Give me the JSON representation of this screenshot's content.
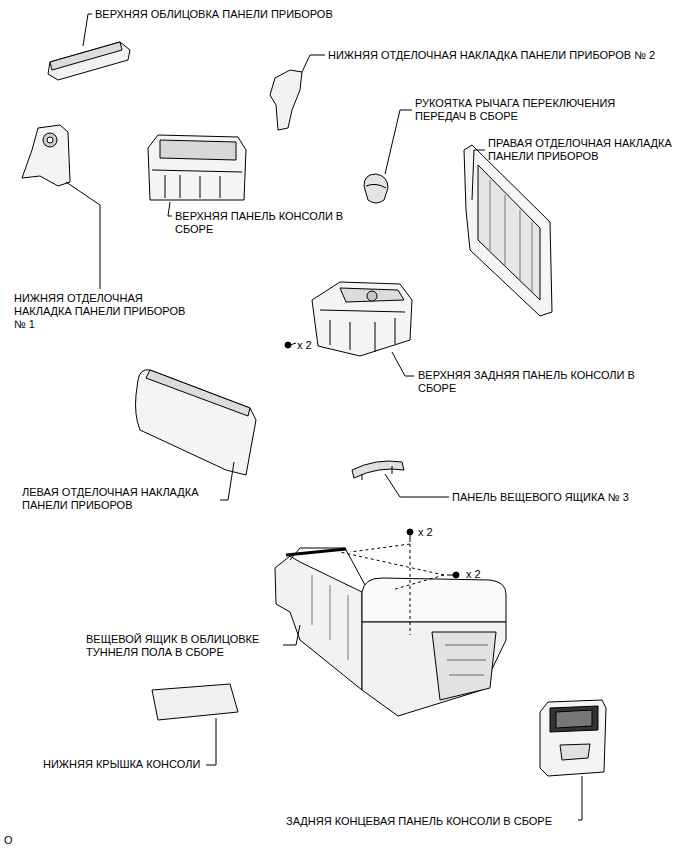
{
  "diagram": {
    "labels": [
      "ВЕРХНЯЯ ОБЛИЦОВКА ПАНЕЛИ ПРИБОРОВ",
      "НИЖНЯЯ ОТДЕЛОЧНАЯ НАКЛАДКА ПАНЕЛИ ПРИБОРОВ № 2",
      "РУКОЯТКА РЫЧАГА ПЕРЕКЛЮЧЕНИЯ ПЕРЕДАЧ В СБОРЕ",
      "ПРАВАЯ ОТДЕЛОЧНАЯ НАКЛАДКА ПАНЕЛИ ПРИБОРОВ",
      "ВЕРХНЯЯ ПАНЕЛЬ КОНСОЛИ В СБОРЕ",
      "НИЖНЯЯ ОТДЕЛОЧНАЯ НАКЛАДКА ПАНЕЛИ ПРИБОРОВ № 1",
      "x 2",
      "ВЕРХНЯЯ ЗАДНЯЯ ПАНЕЛЬ КОНСОЛИ В СБОРЕ",
      "ЛЕВАЯ ОТДЕЛОЧНАЯ НАКЛАДКА ПАНЕЛИ ПРИБОРОВ",
      "ПАНЕЛЬ ВЕЩЕВОГО ЯЩИКА № 3",
      "x 2",
      "x 2",
      "ВЕЩЕВОЙ ЯЩИК В ОБЛИЦОВКЕ ТУННЕЛЯ ПОЛА В СБОРЕ",
      "НИЖНЯЯ КРЫШКА КОНСОЛИ",
      "ЗАДНЯЯ КОНЦЕВАЯ ПАНЕЛЬ КОНСОЛИ В СБОРЕ",
      "O"
    ]
  }
}
